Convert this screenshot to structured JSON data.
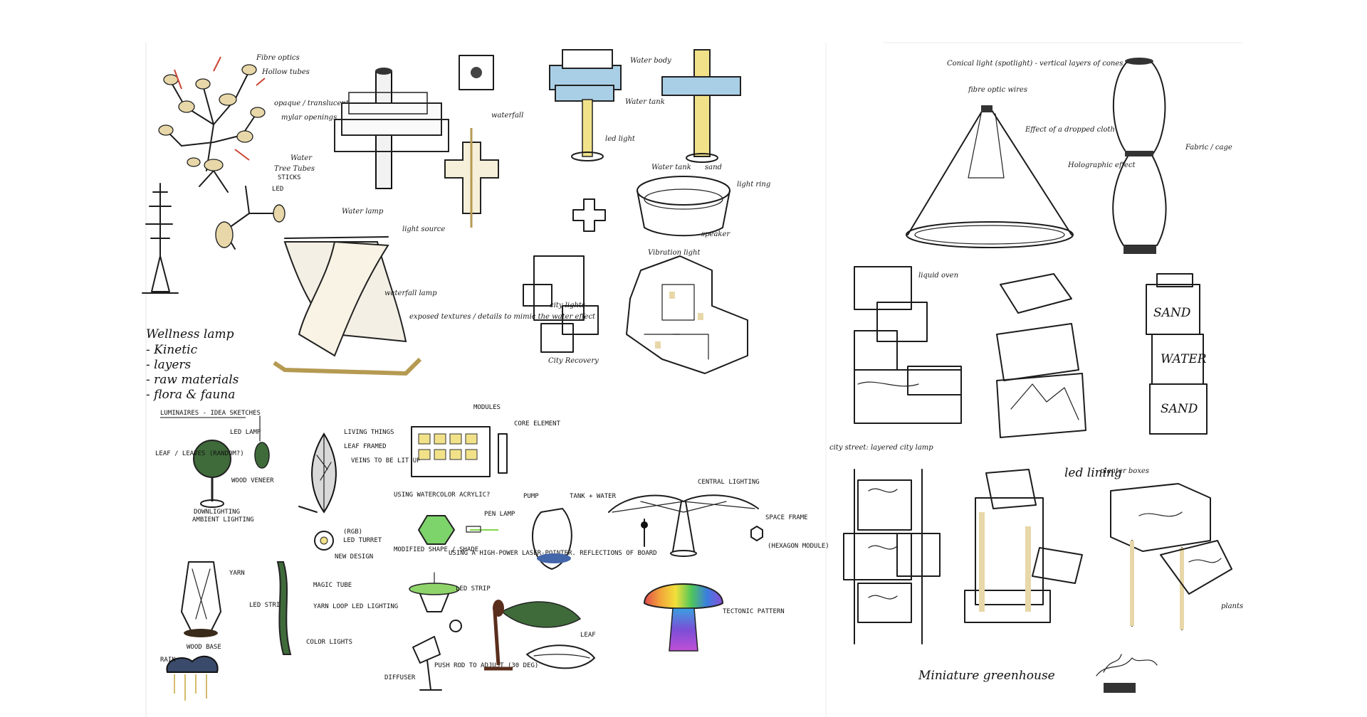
{
  "sheet": {
    "colors": {
      "ink": "#1c1c1c",
      "paper": "#ffffff",
      "water_blue": "#a9cfe6",
      "wood_tan": "#e8d7a8",
      "led_yellow": "#f1e28a",
      "leaf_green": "#3f6b3a"
    }
  },
  "labels": {
    "fibre_optics": "Fibre optics",
    "hollow_tubes": "Hollow tubes",
    "opaque_translucent": "opaque / translucent",
    "mylar_openings": "mylar openings",
    "water": "Water",
    "tree_tubes": "Tree Tubes",
    "sticks": "STICKS",
    "led": "LED",
    "water_lamp": "Water lamp",
    "waterfall_lamp": "waterfall lamp",
    "exposed_textures": "exposed textures / details to mimic the water effect",
    "light_source": "light source",
    "wellness_title": "Wellness lamp",
    "wellness_items": [
      "- Kinetic",
      "- layers",
      "- raw materials",
      "- flora & fauna"
    ],
    "water_body": "Water body",
    "water_tank": "Water tank",
    "led_light": "led light",
    "waterfall": "waterfall",
    "water_tank_2": "Water tank",
    "sand": "sand",
    "light_ring": "light ring",
    "speaker": "speaker",
    "vibration_light": "Vibration light",
    "city_lights": "city lights",
    "city_recovery": "City Recovery",
    "conical_light": "Conical light (spotlight) - vertical layers of cones",
    "fibre_optic_wires": "fibre optic wires",
    "dropped_cloth": "Effect of a dropped cloth",
    "holographic_effect": "Holographic effect",
    "fabric_cage": "Fabric / cage",
    "liquid_oven": "liquid oven",
    "city_street": "city street: layered city lamp",
    "sand_1": "SAND",
    "water_box": "WATER",
    "sand_2": "SAND",
    "luminaires_title": "LUMINAIRES - IDEA SKETCHES",
    "led_lamp": "LED LAMP",
    "leaf_leaves": "LEAF / LEAVES (RANDOM?)",
    "wood_veneer": "WOOD VENEER",
    "downlighting": "DOWNLIGHTING",
    "ambient_lighting": "AMBIENT LIGHTING",
    "living_things": "LIVING THINGS",
    "veins": "VEINS TO BE LIT UP",
    "sculpt": "LEAF FRAMED",
    "rgb": "(RGB)",
    "led_turret": "LED TURRET",
    "new_design": "NEW DESIGN",
    "yarn": "YARN",
    "led_strip": "LED STRIP",
    "wood_base": "WOOD BASE",
    "magic_tube": "MAGIC TUBE",
    "yarn_led": "YARN LOOP LED LIGHTING",
    "color_lights": "COLOR LIGHTS",
    "rain": "RAIN",
    "modules": "MODULES",
    "core_element": "CORE ELEMENT",
    "using_acrylic": "USING WATERCOLOR ACRYLIC?",
    "pen_lamp": "PEN LAMP",
    "pump": "PUMP",
    "tank_water": "TANK + WATER",
    "modified_shape": "MODIFIED SHAPE / SHADE",
    "laser_pointer": "USING A HIGH-POWER LASER-POINTER. REFLECTIONS OF BOARD",
    "led_strip_2": "LED STRIP",
    "push_rod": "PUSH ROD TO ADJUST (30 DEG)",
    "diffuser": "DIFFUSER",
    "central_lighting": "CENTRAL LIGHTING",
    "space_frame": "SPACE FRAME",
    "hexagon_module": "(HEXAGON MODULE)",
    "tectonic_pattern": "TECTONIC PATTERN",
    "leaf_2": "LEAF",
    "led_lining": "led lining",
    "planter_boxes": "planter boxes",
    "plants": "plants",
    "greenhouse": "Miniature greenhouse"
  }
}
